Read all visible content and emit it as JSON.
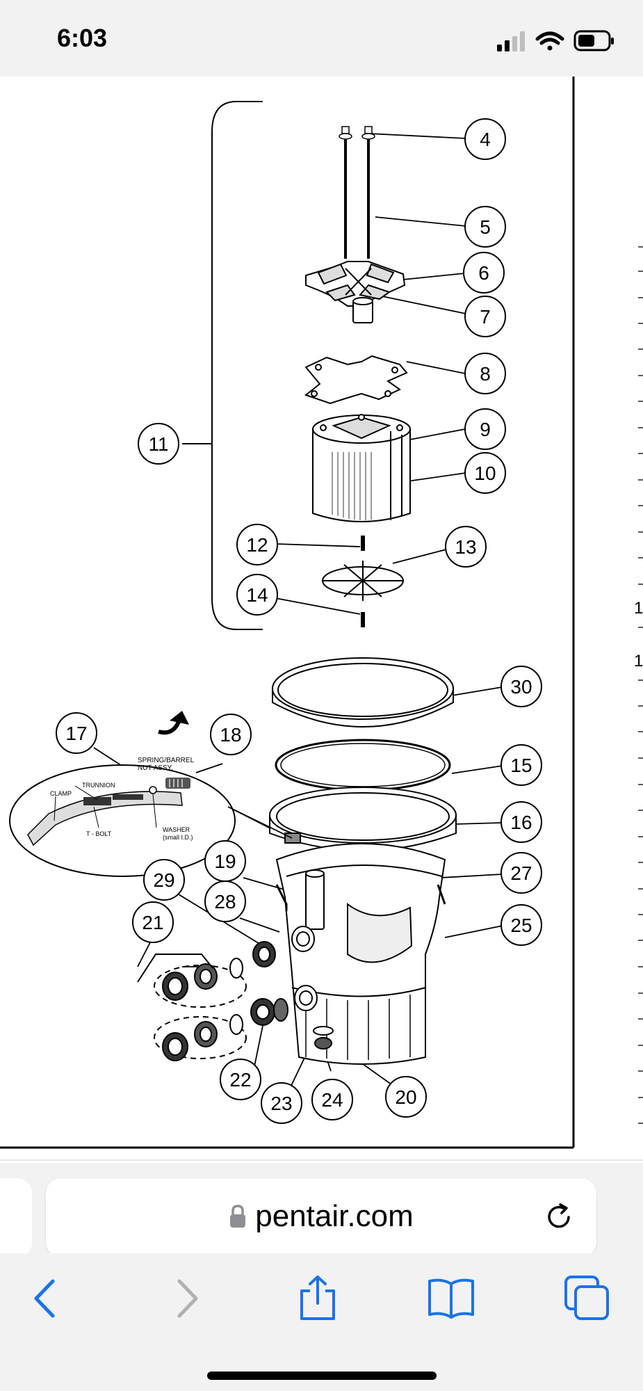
{
  "status": {
    "time": "6:03"
  },
  "browser": {
    "url": "pentair.com"
  },
  "diagram": {
    "callouts": {
      "c4": "4",
      "c5": "5",
      "c6": "6",
      "c7": "7",
      "c8": "8",
      "c9": "9",
      "c10": "10",
      "c11": "11",
      "c12": "12",
      "c13": "13",
      "c14": "14",
      "c30": "30",
      "c15": "15",
      "c16": "16",
      "c27": "27",
      "c25": "25",
      "c17": "17",
      "c18": "18",
      "c19": "19",
      "c28": "28",
      "c29": "29",
      "c21": "21",
      "c22": "22",
      "c23": "23",
      "c24": "24",
      "c20": "20"
    },
    "inset": {
      "spring": "SPRING/BARREL",
      "nut": "NUT ASSY.",
      "trunnion": "TRUNNION",
      "clamp": "CLAMP",
      "tbolt": "T - BOLT",
      "washer": "WASHER",
      "washer_size": "(small I.D.)"
    },
    "right_edge_glyphs": [
      "1",
      "1"
    ]
  }
}
